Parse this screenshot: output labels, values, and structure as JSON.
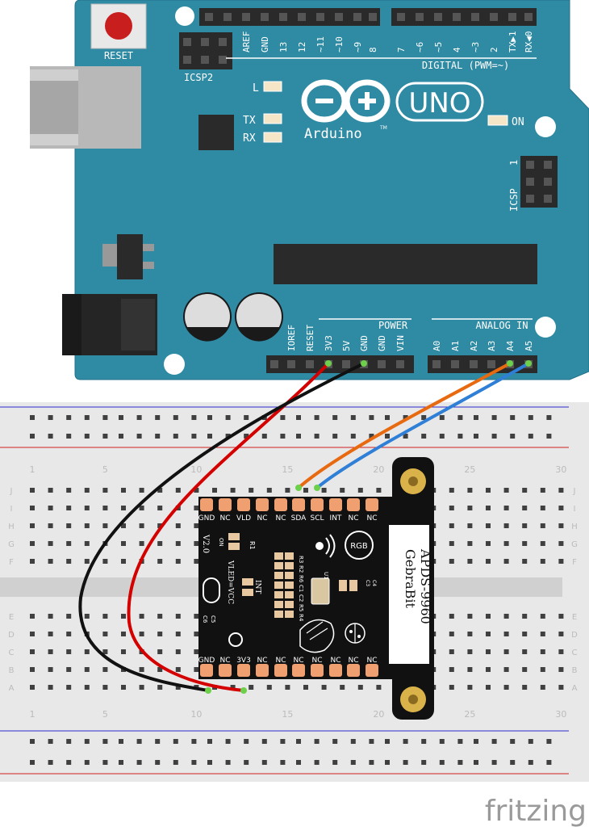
{
  "arduino": {
    "reset_label": "RESET",
    "icsp2_label": "ICSP2",
    "icsp_label": "ICSP",
    "icsp_pin1": "1",
    "brand": "Arduino",
    "trademark": "TM",
    "model": "UNO",
    "led_l": "L",
    "led_tx": "TX",
    "led_rx": "RX",
    "led_on": "ON",
    "digital_label": "DIGITAL (PWM=~)",
    "power_label": "POWER",
    "analog_label": "ANALOG IN",
    "digital_pins": [
      "AREF",
      "GND",
      "13",
      "12",
      "~11",
      "~10",
      "~9",
      "8",
      "7",
      "~6",
      "~5",
      "4",
      "~3",
      "2",
      "TX▶1",
      "RX◀0"
    ],
    "power_pins": [
      "IOREF",
      "RESET",
      "3V3",
      "5V",
      "GND",
      "GND",
      "VIN"
    ],
    "analog_pins": [
      "A0",
      "A1",
      "A2",
      "A3",
      "A4",
      "A5"
    ]
  },
  "breadboard": {
    "col_numbers": [
      "1",
      "5",
      "10",
      "15",
      "20",
      "25",
      "30"
    ],
    "top_rows": [
      "J",
      "I",
      "H",
      "G",
      "F"
    ],
    "bottom_rows": [
      "E",
      "D",
      "C",
      "B",
      "A"
    ]
  },
  "sensor": {
    "brand": "GebraBit",
    "model": "APDS-9960",
    "version": "V2.0",
    "top_pins": [
      "GND",
      "NC",
      "VLD",
      "NC",
      "NC",
      "SDA",
      "SCL",
      "INT",
      "NC",
      "NC"
    ],
    "bottom_pins": [
      "GND",
      "NC",
      "3V3",
      "NC",
      "NC",
      "NC",
      "NC",
      "NC",
      "NC",
      "NC"
    ],
    "labels": {
      "r1": "R1",
      "on": "ON",
      "vled": "VLED=VCC",
      "int": "INT",
      "r3": "R3",
      "r2": "R2",
      "r6": "R6",
      "c1": "C1",
      "c2": "C2",
      "r5": "R5",
      "r4": "R4",
      "c3": "C3",
      "c4": "C4",
      "c5": "C5",
      "c6": "C6",
      "u1": "U1"
    }
  },
  "wires": [
    {
      "name": "3V3",
      "color": "#d40000"
    },
    {
      "name": "GND",
      "color": "#111111"
    },
    {
      "name": "SDA",
      "color": "#e86a10"
    },
    {
      "name": "SCL",
      "color": "#2f7fd6"
    }
  ],
  "colors": {
    "board": "#2f8aa4",
    "board_edge": "#23708a",
    "breadboard": "#e8e8e8",
    "sensor_pcb": "#111111",
    "pin_pad": "#f0a070"
  },
  "watermark": "fritzing"
}
